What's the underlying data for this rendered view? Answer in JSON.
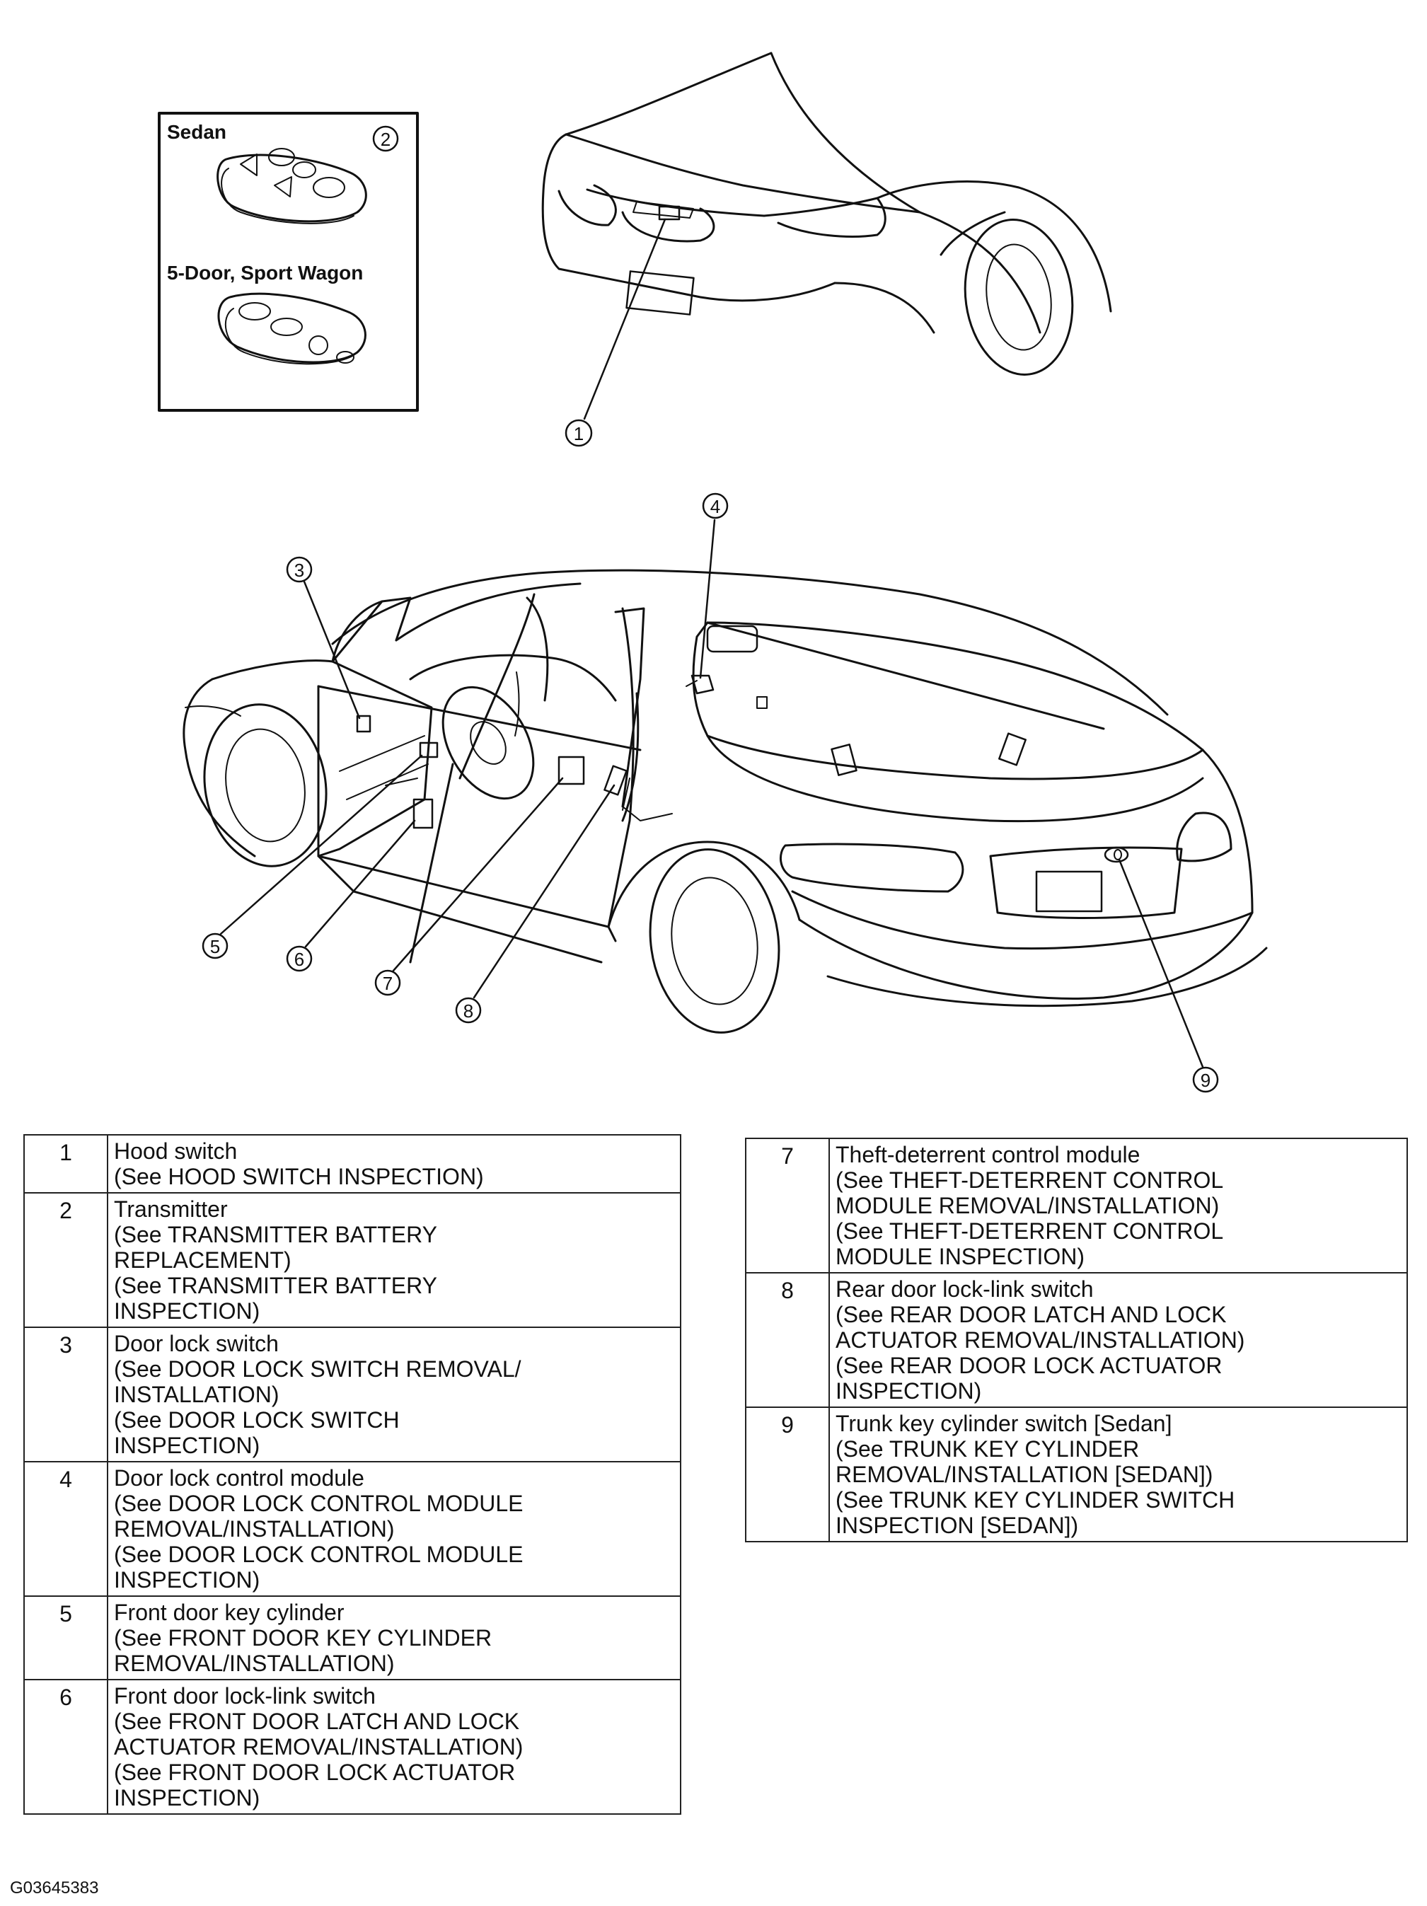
{
  "figure_id": "G03645383",
  "inset": {
    "sedan_label": "Sedan",
    "wagon_label": "5-Door, Sport Wagon",
    "callout": "2"
  },
  "callouts": {
    "c1": "1",
    "c3": "3",
    "c4": "4",
    "c5": "5",
    "c6": "6",
    "c7": "7",
    "c8": "8",
    "c9": "9"
  },
  "legend_left": [
    {
      "num": "1",
      "lines": [
        "Hood switch",
        "(See HOOD SWITCH INSPECTION)"
      ]
    },
    {
      "num": "2",
      "lines": [
        "Transmitter",
        "(See TRANSMITTER BATTERY",
        "REPLACEMENT)",
        "(See TRANSMITTER BATTERY",
        "INSPECTION)"
      ]
    },
    {
      "num": "3",
      "lines": [
        "Door lock switch",
        "(See DOOR LOCK SWITCH REMOVAL/",
        "INSTALLATION)",
        "(See DOOR LOCK SWITCH",
        "INSPECTION)"
      ]
    },
    {
      "num": "4",
      "lines": [
        "Door lock control module",
        "(See DOOR LOCK CONTROL MODULE",
        "REMOVAL/INSTALLATION)",
        "(See DOOR LOCK CONTROL MODULE",
        "INSPECTION)"
      ]
    },
    {
      "num": "5",
      "lines": [
        "Front door key cylinder",
        "(See FRONT DOOR KEY CYLINDER",
        "REMOVAL/INSTALLATION)"
      ]
    },
    {
      "num": "6",
      "lines": [
        "Front door lock-link switch",
        "(See FRONT DOOR LATCH AND LOCK",
        "ACTUATOR REMOVAL/INSTALLATION)",
        "(See FRONT DOOR LOCK ACTUATOR",
        "INSPECTION)"
      ]
    }
  ],
  "legend_right": [
    {
      "num": "7",
      "lines": [
        "Theft-deterrent control module",
        "(See THEFT-DETERRENT CONTROL",
        "MODULE REMOVAL/INSTALLATION)",
        "(See THEFT-DETERRENT CONTROL",
        "MODULE INSPECTION)"
      ]
    },
    {
      "num": "8",
      "lines": [
        "Rear door lock-link switch",
        "(See REAR DOOR LATCH AND LOCK",
        "ACTUATOR REMOVAL/INSTALLATION)",
        "(See REAR DOOR LOCK ACTUATOR",
        "INSPECTION)"
      ]
    },
    {
      "num": "9",
      "lines": [
        "Trunk key cylinder switch [Sedan]",
        "(See TRUNK KEY CYLINDER",
        "REMOVAL/INSTALLATION [SEDAN])",
        "(See TRUNK KEY CYLINDER SWITCH",
        "INSPECTION [SEDAN])"
      ]
    }
  ]
}
